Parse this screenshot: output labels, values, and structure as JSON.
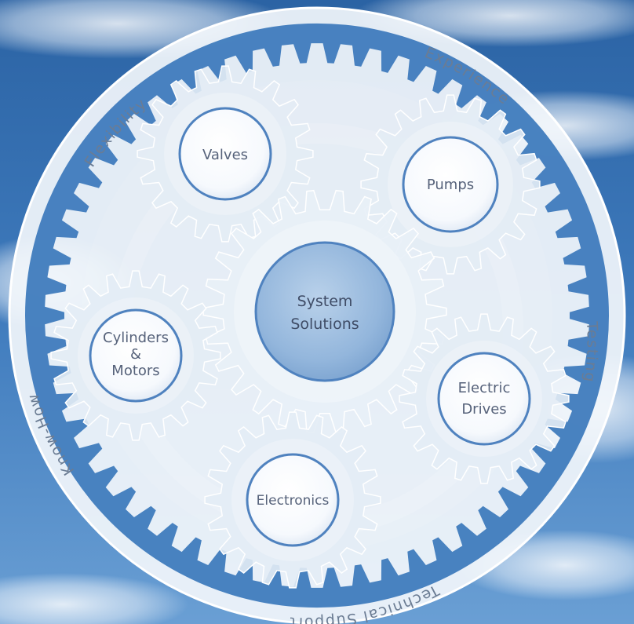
{
  "ring_labels": {
    "flexibility": "Flexibility",
    "experience": "Experience",
    "testing": "Testing",
    "technical_support": "Technical Support",
    "know_how": "Know-How"
  },
  "center": {
    "line1": "System",
    "line2": "Solutions"
  },
  "gears": {
    "valves": {
      "line1": "Valves"
    },
    "pumps": {
      "line1": "Pumps"
    },
    "cylinders": {
      "line1": "Cylinders",
      "line2": "&",
      "line3": "Motors"
    },
    "electric_drives": {
      "line1": "Electric",
      "line2": "Drives"
    },
    "electronics": {
      "line1": "Electronics"
    }
  },
  "colors": {
    "sky_top": "#2b63a4",
    "sky_bottom": "#5e95cf",
    "disc_fill": "#eef3f9",
    "gear_fill": "#dbe6f1",
    "gear_hub_border": "#4f82bf",
    "center_hub": "#8ab0d8",
    "label_text": "#6b7c93"
  }
}
